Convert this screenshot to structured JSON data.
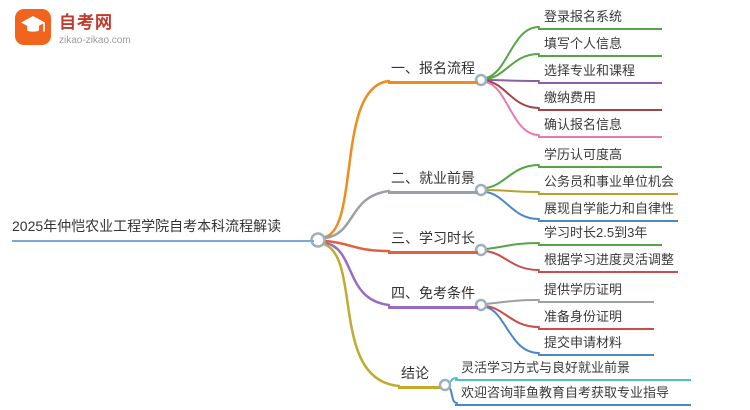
{
  "logo": {
    "site_name": "自考网",
    "site_url": "zikao-zikao.com",
    "icon": "graduation-cap-icon",
    "brand_color": "#f0641e"
  },
  "theme": {
    "node_ring": "#9fb0bd",
    "background": "#ffffff"
  },
  "central": {
    "label": "2025年仲恺农业工程学院自考本科流程解读",
    "color": "#7da7d9"
  },
  "branches": [
    {
      "label": "一、报名流程",
      "color": "#f08c1e",
      "children": [
        {
          "label": "登录报名系统",
          "color": "#55a546"
        },
        {
          "label": "填写个人信息",
          "color": "#55a546"
        },
        {
          "label": "选择专业和课程",
          "color": "#8e5ea2"
        },
        {
          "label": "缴纳费用",
          "color": "#a04545"
        },
        {
          "label": "确认报名信息",
          "color": "#e87bb0"
        }
      ]
    },
    {
      "label": "二、就业前景",
      "color": "#9aa0a6",
      "children": [
        {
          "label": "学历认可度高",
          "color": "#55a546"
        },
        {
          "label": "公务员和事业单位机会",
          "color": "#b8a22e"
        },
        {
          "label": "展现自学能力和自律性",
          "color": "#4a86c8"
        }
      ]
    },
    {
      "label": "三、学习时长",
      "color": "#e2603f",
      "children": [
        {
          "label": "学习时长2.5到3年",
          "color": "#55a546"
        },
        {
          "label": "根据学习进度灵活调整",
          "color": "#cc4b4b"
        }
      ]
    },
    {
      "label": "四、免考条件",
      "color": "#9b6bbf",
      "children": [
        {
          "label": "提供学历证明",
          "color": "#9aa0a6"
        },
        {
          "label": "准备身份证明",
          "color": "#cc4b4b"
        },
        {
          "label": "提交申请材料",
          "color": "#4a86c8"
        }
      ]
    },
    {
      "label": "结论",
      "color": "#c0ab2e",
      "children": [
        {
          "label": "灵活学习方式与良好就业前景",
          "color": "#49bfcf"
        },
        {
          "label": "欢迎咨询菲鱼教育自考获取专业指导",
          "color": "#4a86c8"
        }
      ]
    }
  ]
}
